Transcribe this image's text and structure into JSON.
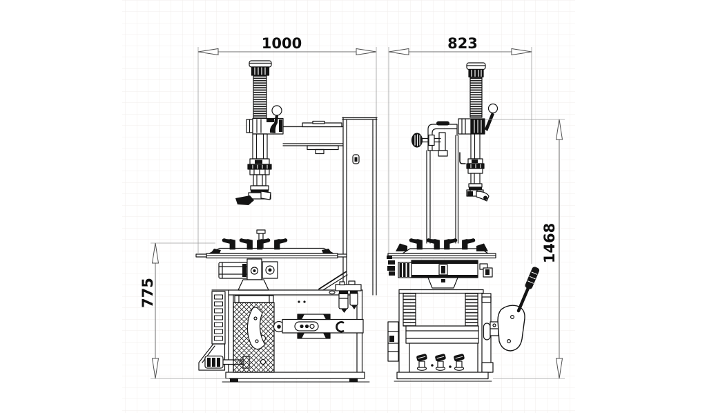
{
  "drawing": {
    "background": "#ffffff",
    "grid_color": "#f0eeeb",
    "line_color": "#141414",
    "dimension_line_color": "#6e6e6e",
    "dimensions": {
      "front_width": "1000",
      "side_width": "823",
      "table_height": "775",
      "overall_height": "1468"
    }
  }
}
